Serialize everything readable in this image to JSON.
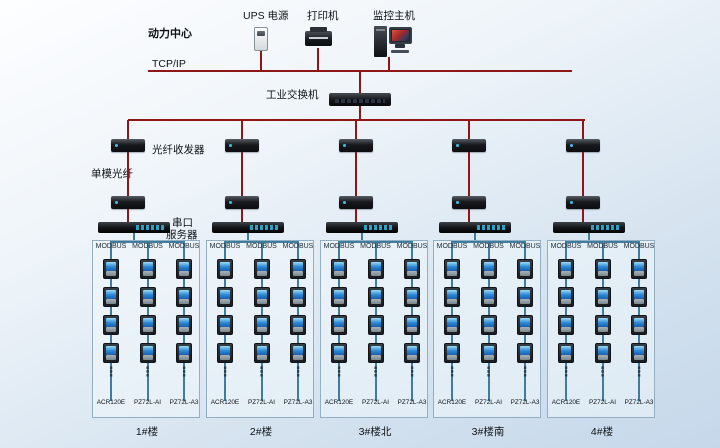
{
  "header": {
    "site_label": "动力中心",
    "tcpip_label": "TCP/IP",
    "switch_label": "工业交换机",
    "devices": [
      {
        "id": "ups",
        "label": "UPS 电源"
      },
      {
        "id": "printer",
        "label": "打印机"
      },
      {
        "id": "host",
        "label": "监控主机"
      }
    ]
  },
  "fiber": {
    "transceiver_label": "光纤收发器",
    "single_mode_label": "单模光纤",
    "serial_server_label": [
      "串口",
      "服务器"
    ]
  },
  "misc": {
    "ellipsis": "⋮"
  },
  "groups": [
    {
      "building": "1#楼",
      "buses": [
        "MODBUS",
        "MODBUS",
        "MODBUS"
      ],
      "meter_types": [
        "ACR120E",
        "PZ72L-AI",
        "PZ72L-A3"
      ]
    },
    {
      "building": "2#楼",
      "buses": [
        "MODBUS",
        "MODBUS",
        "MODBUS"
      ],
      "meter_types": [
        "ACR120E",
        "PZ72L-AI",
        "PZ72L-A3"
      ]
    },
    {
      "building": "3#楼北",
      "buses": [
        "MODBUS",
        "MODBUS",
        "MODBUS"
      ],
      "meter_types": [
        "ACR120E",
        "PZ72L-AI",
        "PZ72L-A3"
      ]
    },
    {
      "building": "3#楼南",
      "buses": [
        "MODBUS",
        "MODBUS",
        "MODBUS"
      ],
      "meter_types": [
        "ACR120E",
        "PZ72L-AI",
        "PZ72L-A3"
      ]
    },
    {
      "building": "4#楼",
      "buses": [
        "MODBUS",
        "MODBUS",
        "MODBUS"
      ],
      "meter_types": [
        "ACR120E",
        "PZ72L-AI",
        "PZ72L-A3"
      ]
    }
  ]
}
